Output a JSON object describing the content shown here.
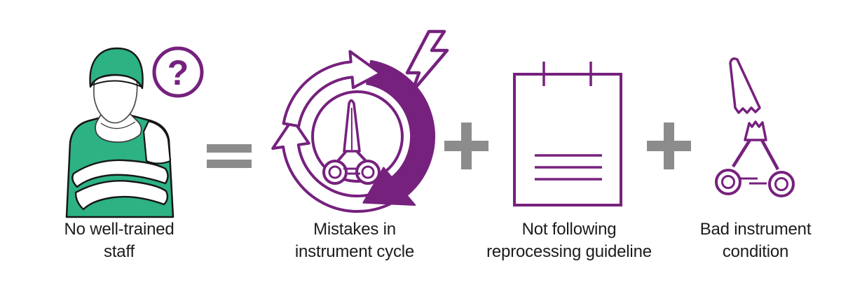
{
  "theme": {
    "purple": "#76217e",
    "green": "#2db283",
    "gray": "#8c8c8c",
    "text": "#1c1c1c"
  },
  "equation": {
    "result": {
      "icon": "surgeon-icon",
      "badge": "?",
      "label_lines": [
        "No well-trained",
        "staff"
      ]
    },
    "equals_symbol": "=",
    "plus_symbol": "+",
    "terms": [
      {
        "icon": "instrument-cycle-icon",
        "label_lines": [
          "Mistakes in",
          "instrument cycle"
        ]
      },
      {
        "icon": "guideline-document-icon",
        "label_lines": [
          "Not following",
          "reprocessing guideline"
        ]
      },
      {
        "icon": "broken-instrument-icon",
        "label_lines": [
          "Bad instrument",
          "condition"
        ]
      }
    ]
  }
}
